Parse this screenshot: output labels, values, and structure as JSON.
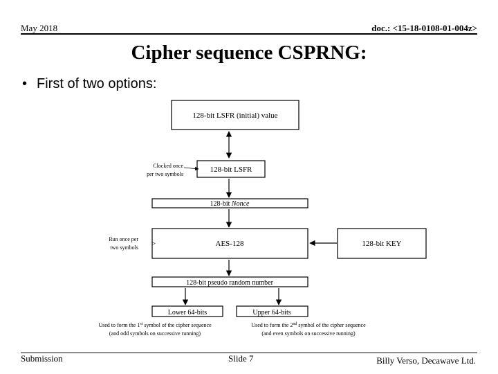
{
  "header": {
    "date": "May 2018",
    "doc_id": "doc.: <15-18-0108-01-004z>"
  },
  "title": "Cipher sequence CSPRNG:",
  "bullet": "First of two options:",
  "diagram": {
    "lfsr_initial": "128-bit LSFR (initial) value",
    "lfsr": "128-bit LSFR",
    "clocked_note": [
      "Clocked once",
      "per two symbols"
    ],
    "nonce_prefix": "128-bit ",
    "nonce_word": "Nonce",
    "aes": "AES-128",
    "key": "128-bit KEY",
    "run_note": [
      "Run once per",
      "two symbols"
    ],
    "prn": "128-bit pseudo random number",
    "lower": "Lower 64-bits",
    "upper": "Upper 64-bits",
    "lower_note": {
      "line1_pre": "Used to form the 1",
      "line1_sup": "st",
      "line1_post": " symbol of the cipher sequence",
      "line2": "(and odd symbols on successive running)"
    },
    "upper_note": {
      "line1_pre": "Used to form the 2",
      "line1_sup": "nd",
      "line1_post": " symbol of the cipher sequence",
      "line2": "(and even symbols on successive running)"
    }
  },
  "footer": {
    "left": "Submission",
    "center": "Slide 7",
    "right": "Billy Verso,  Decawave Ltd."
  }
}
